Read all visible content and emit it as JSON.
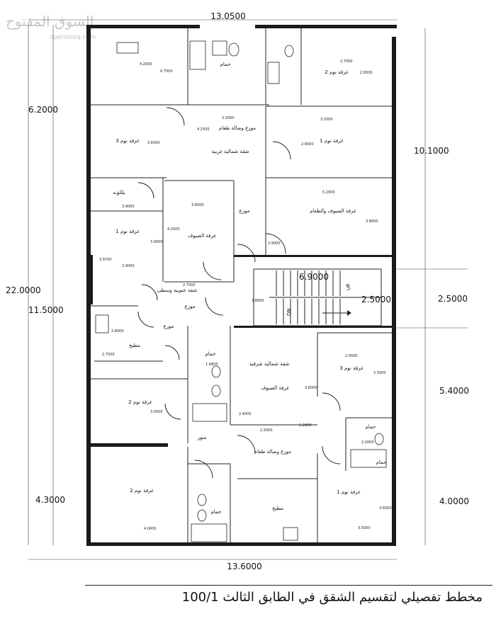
{
  "watermark": {
    "brand": "السوق المفتوح",
    "site": "opensooq.com"
  },
  "caption": "مخطط تفصيلي لتقسيم الشقق في الطابق الثالث 100/1",
  "overall_dims": {
    "top": "13.0500",
    "bottom": "13.6000",
    "left_total": "22.0000",
    "left_upper": "6.2000",
    "left_middle": "11.5000",
    "left_lower": "4.3000",
    "right_upper": "10.1000",
    "right_stair": "2.5000",
    "right_middle": "5.4000",
    "right_lower": "4.0000",
    "stair_width": "6.9000",
    "stair_depth": "2.5000"
  },
  "rooms": [
    {
      "label": "حمام"
    },
    {
      "label": "غرفة نوم 2"
    },
    {
      "label": "غرفة نوم 3"
    },
    {
      "label": "موزع وصالة طعام"
    },
    {
      "label": "شقة شمالية غربية"
    },
    {
      "label": "غرفة نوم 1"
    },
    {
      "label": "بلكونه"
    },
    {
      "label": "غرفة الضيوف والطعام"
    },
    {
      "label": "موزع"
    },
    {
      "label": "غرفة نوم 1"
    },
    {
      "label": "غرفة الضيوف"
    },
    {
      "label": "شقة جنوبية وسطى"
    },
    {
      "label": "موزع"
    },
    {
      "label": "موزع"
    },
    {
      "label": "مطبخ"
    },
    {
      "label": "حمام"
    },
    {
      "label": "شقة شمالية شرقية"
    },
    {
      "label": "غرفة الضيوف"
    },
    {
      "label": "غرفة نوم 3"
    },
    {
      "label": "غرفة نوم 2"
    },
    {
      "label": "منور"
    },
    {
      "label": "حمام"
    },
    {
      "label": "موزع وصالة طعام"
    },
    {
      "label": "غرفة نوم 2"
    },
    {
      "label": "حمام"
    },
    {
      "label": "غرفة نوم 1"
    },
    {
      "label": "مطبخ"
    },
    {
      "label": "حمام"
    }
  ],
  "stairs": {
    "up": "UP",
    "dn": "DN"
  },
  "small_dims": [
    "4.2000",
    "0.7500",
    "3.2000",
    "3.6000",
    "2.7000",
    "2.8000",
    "3.2000",
    "4.2500",
    "2.9000",
    "3.9000",
    "3.8000",
    "5.2000",
    "3.8000",
    "2.9000",
    "3.9700",
    "2.9000",
    "4.2000",
    "3.9000",
    "2.7000",
    "2.8000",
    "3.8000",
    "2.9500",
    "3.5000",
    "3.6000",
    "3.0000",
    "2.4000",
    "2.2000",
    "1.2000",
    "4.0000",
    "3.6000",
    "3.5000",
    "2.2000",
    "1.6800",
    "2.7500"
  ]
}
